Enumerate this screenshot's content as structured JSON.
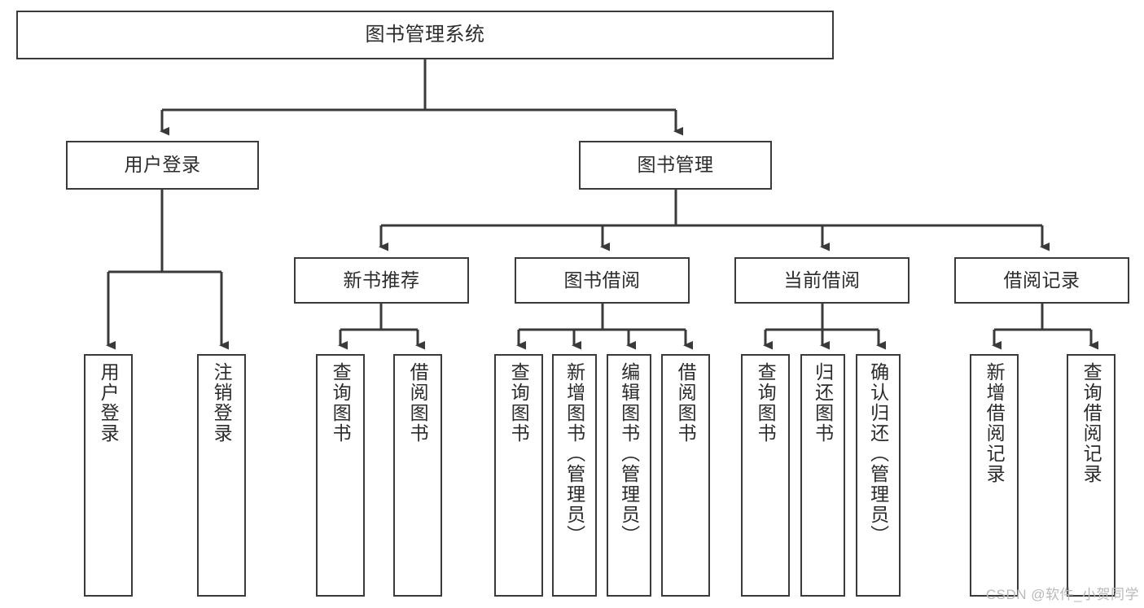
{
  "diagram": {
    "title": "图书管理系统",
    "type": "tree-hierarchy-diagram",
    "colors": {
      "box_border": "#3a3a3a",
      "box_fill": "#ffffff",
      "edge": "#3a3a3a",
      "text": "#2b2b2b",
      "watermark": "#b9b9b9",
      "background": "#ffffff"
    },
    "root": {
      "label": "图书管理系统"
    },
    "level2": [
      {
        "label": "用户登录"
      },
      {
        "label": "图书管理"
      }
    ],
    "level3": [
      {
        "label": "新书推荐"
      },
      {
        "label": "图书借阅"
      },
      {
        "label": "当前借阅"
      },
      {
        "label": "借阅记录"
      }
    ],
    "leaves": {
      "user_login": [
        {
          "label": "用户登录"
        },
        {
          "label": "注销登录"
        }
      ],
      "new_book_recommend": [
        {
          "label": "查询图书"
        },
        {
          "label": "借阅图书"
        }
      ],
      "book_borrow": [
        {
          "label": "查询图书"
        },
        {
          "label": "新增图书（管理员）"
        },
        {
          "label": "编辑图书（管理员）"
        },
        {
          "label": "借阅图书"
        }
      ],
      "current_borrow": [
        {
          "label": "查询图书"
        },
        {
          "label": "归还图书"
        },
        {
          "label": "确认归还（管理员）"
        }
      ],
      "borrow_record": [
        {
          "label": "新增借阅记录"
        },
        {
          "label": "查询借阅记录"
        }
      ]
    }
  },
  "watermark": {
    "text": "CSDN @软件_小贺同学"
  }
}
